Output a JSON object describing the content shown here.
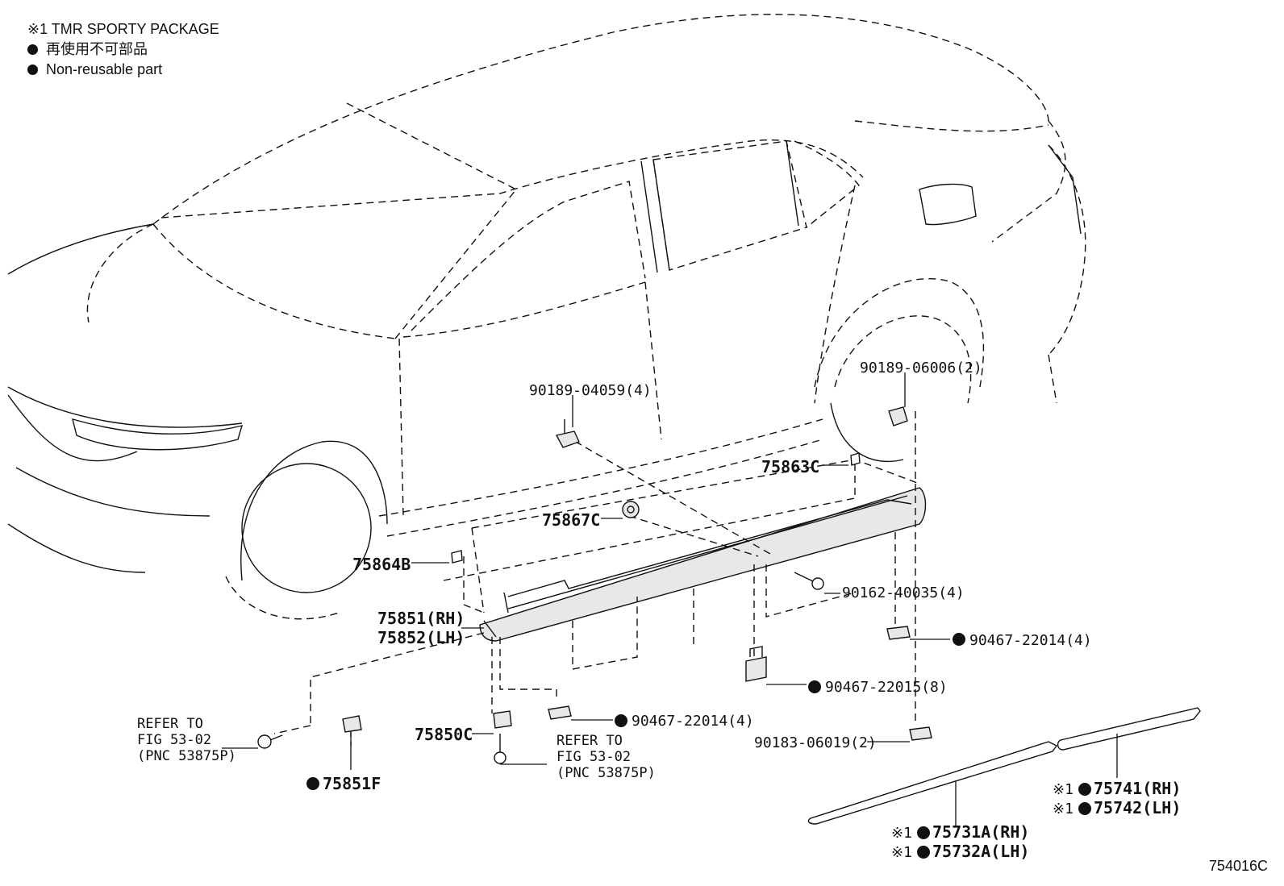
{
  "legend": {
    "note": "※1 TMR SPORTY PACKAGE",
    "nonreusable_jp": "再使用不可部品",
    "nonreusable_en": "Non-reusable part"
  },
  "labels": {
    "p90189_04059": "90189-04059(4)",
    "p90189_06006": "90189-06006(2)",
    "p75863C": "75863C",
    "p75867C": "75867C",
    "p75864B": "75864B",
    "p90162_40035": "90162-40035(4)",
    "p75851": "75851(RH)",
    "p75852": "75852(LH)",
    "p90467_22014a": "90467-22014(4)",
    "p90467_22015": "90467-22015(8)",
    "p90467_22014b": "90467-22014(4)",
    "p90183_06019": "90183-06019(2)",
    "p75850C": "75850C",
    "p75851F": "75851F",
    "p75741": "75741(RH)",
    "p75742": "75742(LH)",
    "p75731A": "75731A(RH)",
    "p75732A": "75732A(LH)",
    "mark": "※1"
  },
  "refs": {
    "left": [
      "REFER TO",
      "FIG 53-02",
      "(PNC 53875P)"
    ],
    "center": [
      "REFER TO",
      "FIG 53-02",
      "(PNC 53875P)"
    ]
  },
  "figure_number": "754016C"
}
